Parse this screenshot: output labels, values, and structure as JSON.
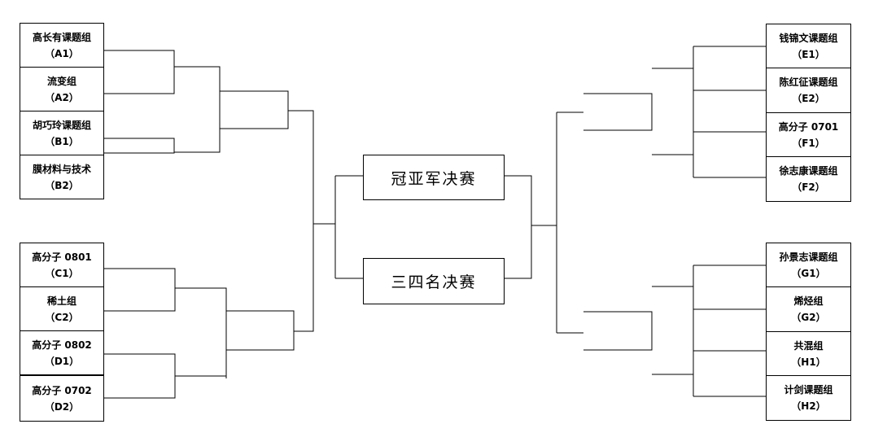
{
  "teams": {
    "A1": {
      "name": "高长有课题组",
      "code": "（A1）"
    },
    "A2": {
      "name": "流变组",
      "code": "（A2）"
    },
    "B1": {
      "name": "胡巧玲课题组",
      "code": "（B1）"
    },
    "B2": {
      "name": "膜材料与技术",
      "code": "（B2）"
    },
    "C1": {
      "name": "高分子 0801",
      "code": "（C1）"
    },
    "C2": {
      "name": "稀土组",
      "code": "（C2）"
    },
    "D1": {
      "name": "高分子 0802",
      "code": "（D1）"
    },
    "D2": {
      "name": "高分子 0702",
      "code": "（D2）"
    },
    "E1": {
      "name": "钱锦文课题组",
      "code": "（E1）"
    },
    "E2": {
      "name": "陈红征课题组",
      "code": "（E2）"
    },
    "F1": {
      "name": "高分子 0701",
      "code": "（F1）"
    },
    "F2": {
      "name": "徐志康课题组",
      "code": "（F2）"
    },
    "G1": {
      "name": "孙景志课题组",
      "code": "（G1）"
    },
    "G2": {
      "name": "烯烃组",
      "code": "（G2）"
    },
    "H1": {
      "name": "共混组",
      "code": "（H1）"
    },
    "H2": {
      "name": "计剑课题组",
      "code": "（H2）"
    }
  },
  "finals": {
    "champion": "冠亚军决赛",
    "third_place": "三四名决赛"
  }
}
